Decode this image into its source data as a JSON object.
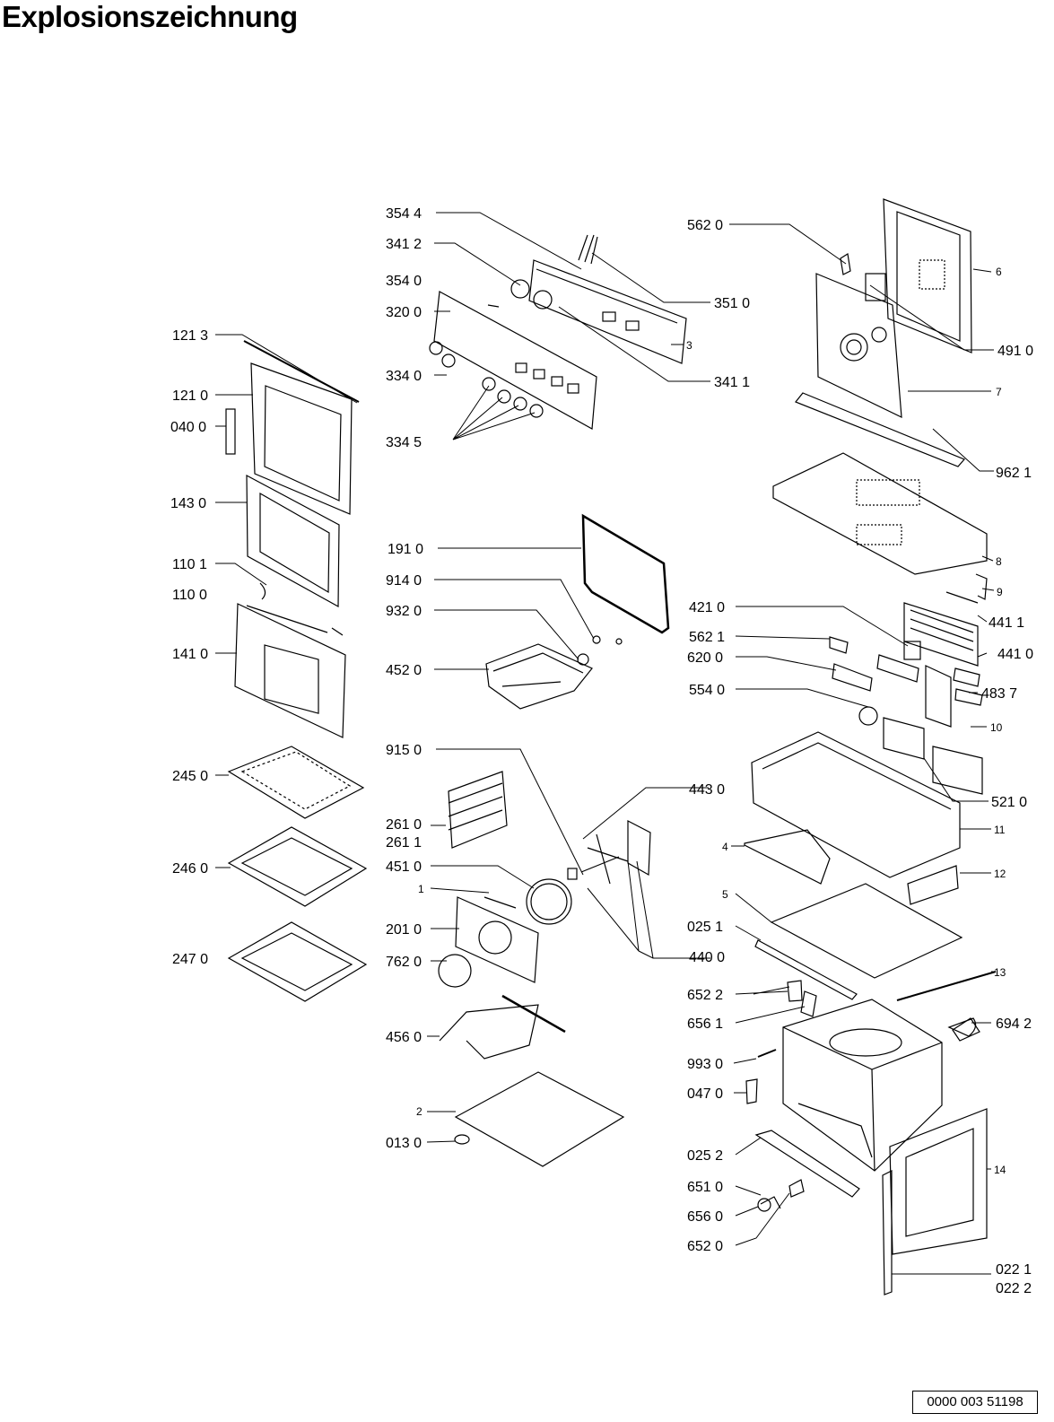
{
  "title": "Explosionszeichnung",
  "reference_number": "0000 003 51198",
  "labels": {
    "l_354_4": "354 4",
    "l_341_2": "341 2",
    "l_354_0": "354 0",
    "l_320_0": "320 0",
    "l_334_0": "334 0",
    "l_334_5": "334 5",
    "l_351_0": "351 0",
    "l_3": "3",
    "l_341_1": "341 1",
    "l_562_0": "562 0",
    "l_6": "6",
    "l_491_0": "491 0",
    "l_7": "7",
    "l_962_1": "962 1",
    "l_8": "8",
    "l_9": "9",
    "l_121_3": "121 3",
    "l_121_0": "121 0",
    "l_040_0": "040 0",
    "l_143_0": "143 0",
    "l_110_1": "110 1",
    "l_110_0": "110 0",
    "l_141_0": "141 0",
    "l_245_0": "245 0",
    "l_246_0": "246 0",
    "l_247_0": "247 0",
    "l_191_0": "191 0",
    "l_914_0": "914 0",
    "l_932_0": "932 0",
    "l_452_0": "452 0",
    "l_421_0": "421 0",
    "l_562_1": "562 1",
    "l_620_0": "620 0",
    "l_554_0": "554 0",
    "l_441_1": "441 1",
    "l_441_0": "441 0",
    "l_483_7": "483 7",
    "l_10": "10",
    "l_915_0": "915 0",
    "l_443_0": "443 0",
    "l_521_0": "521 0",
    "l_261_0": "261 0",
    "l_261_1": "261 1",
    "l_451_0": "451 0",
    "l_1": "1",
    "l_201_0": "201 0",
    "l_762_0": "762 0",
    "l_440_0": "440 0",
    "l_4": "4",
    "l_11": "11",
    "l_12": "12",
    "l_5": "5",
    "l_025_1": "025 1",
    "l_13": "13",
    "l_652_2": "652 2",
    "l_656_1": "656 1",
    "l_694_2": "694 2",
    "l_456_0": "456 0",
    "l_993_0": "993 0",
    "l_047_0": "047 0",
    "l_2": "2",
    "l_013_0": "013 0",
    "l_025_2": "025 2",
    "l_14": "14",
    "l_651_0": "651 0",
    "l_656_0": "656 0",
    "l_652_0": "652 0",
    "l_022_1": "022 1",
    "l_022_2": "022 2"
  }
}
